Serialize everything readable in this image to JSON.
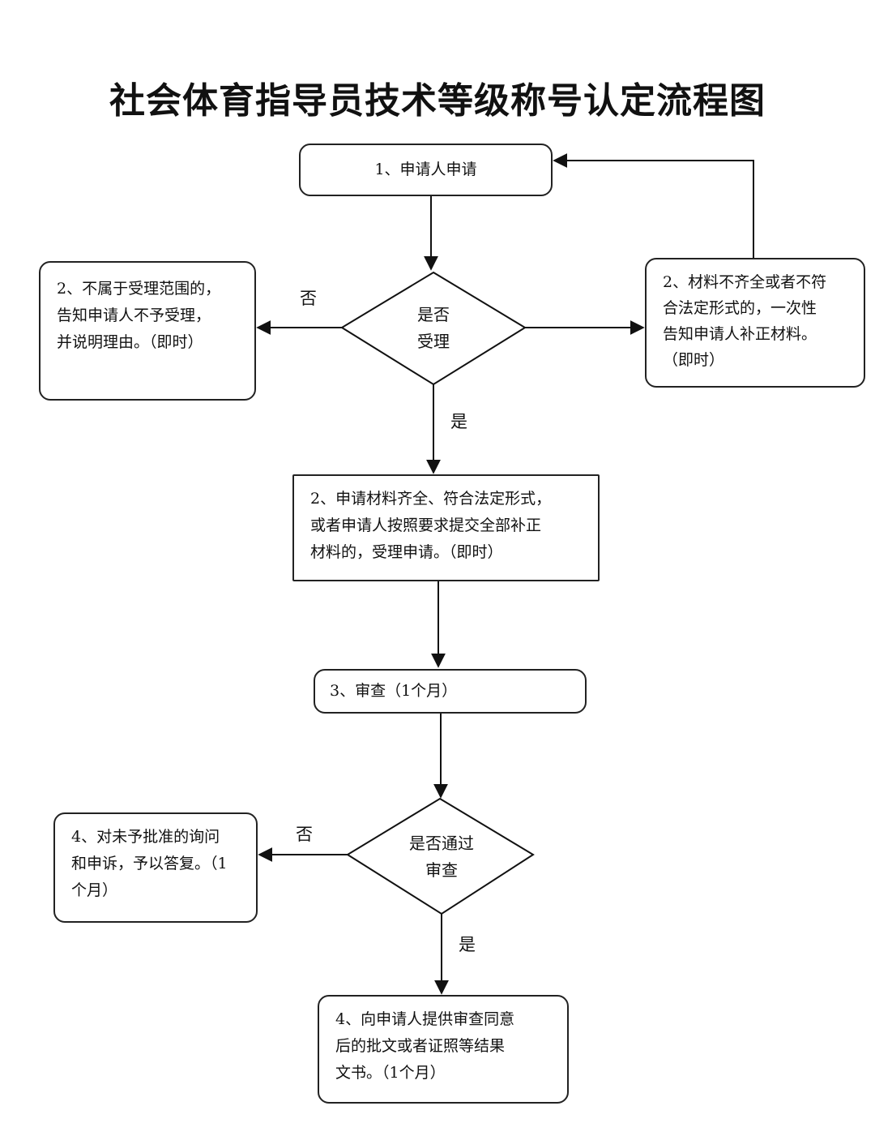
{
  "title": "社会体育指导员技术等级称号认定流程图",
  "nodes": {
    "apply": "1、申请人申请",
    "decision_accept": "是否\n受理",
    "reject_scope": "2、不属于受理范围的，\n告知申请人不予受理，\n并说明理由。（即时）",
    "incomplete": "2、材料不齐全或者不符\n合法定形式的，一次性\n告知申请人补正材料。\n（即时）",
    "accepted": "2、申请材料齐全、符合法定形式，\n或者申请人按照要求提交全部补正\n材料的，受理申请。（即时）",
    "review": "3、审查（1个月）",
    "decision_pass": "是否通过\n审查",
    "appeal": "4、对未予批准的询问\n和申诉，予以答复。（1\n个月）",
    "result": "4、向申请人提供审查同意\n后的批文或者证照等结果\n文书。（1个月）"
  },
  "edge_labels": {
    "no_1": "否",
    "yes_1": "是",
    "no_2": "否",
    "yes_2": "是"
  }
}
